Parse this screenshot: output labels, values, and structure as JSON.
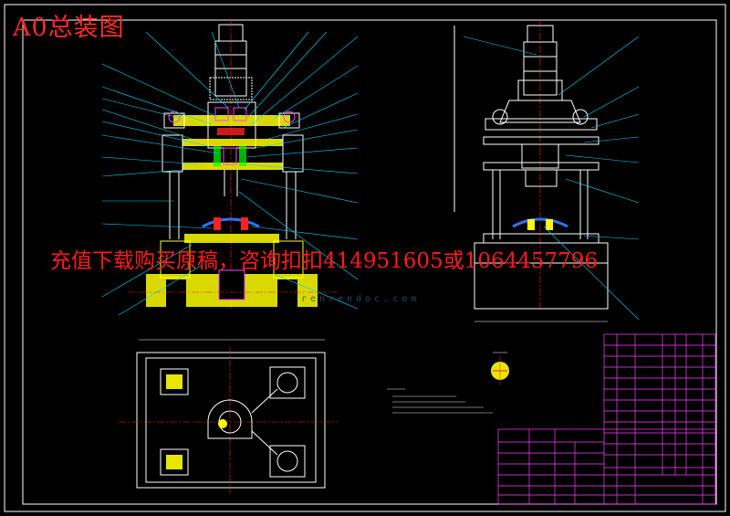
{
  "drawing": {
    "title": "A0总装图",
    "banner": "充值下载购买原稿，咨询扣扣414951605或1064457796",
    "watermark": "renrendoc.com"
  },
  "colors": {
    "background": "#000000",
    "outline": "#ffffff",
    "leader": "#00d8ff",
    "center_line": "#ff2020",
    "highlight": "#ffff00",
    "part_magenta": "#ff40ff",
    "title_block": "#ff40ff"
  }
}
